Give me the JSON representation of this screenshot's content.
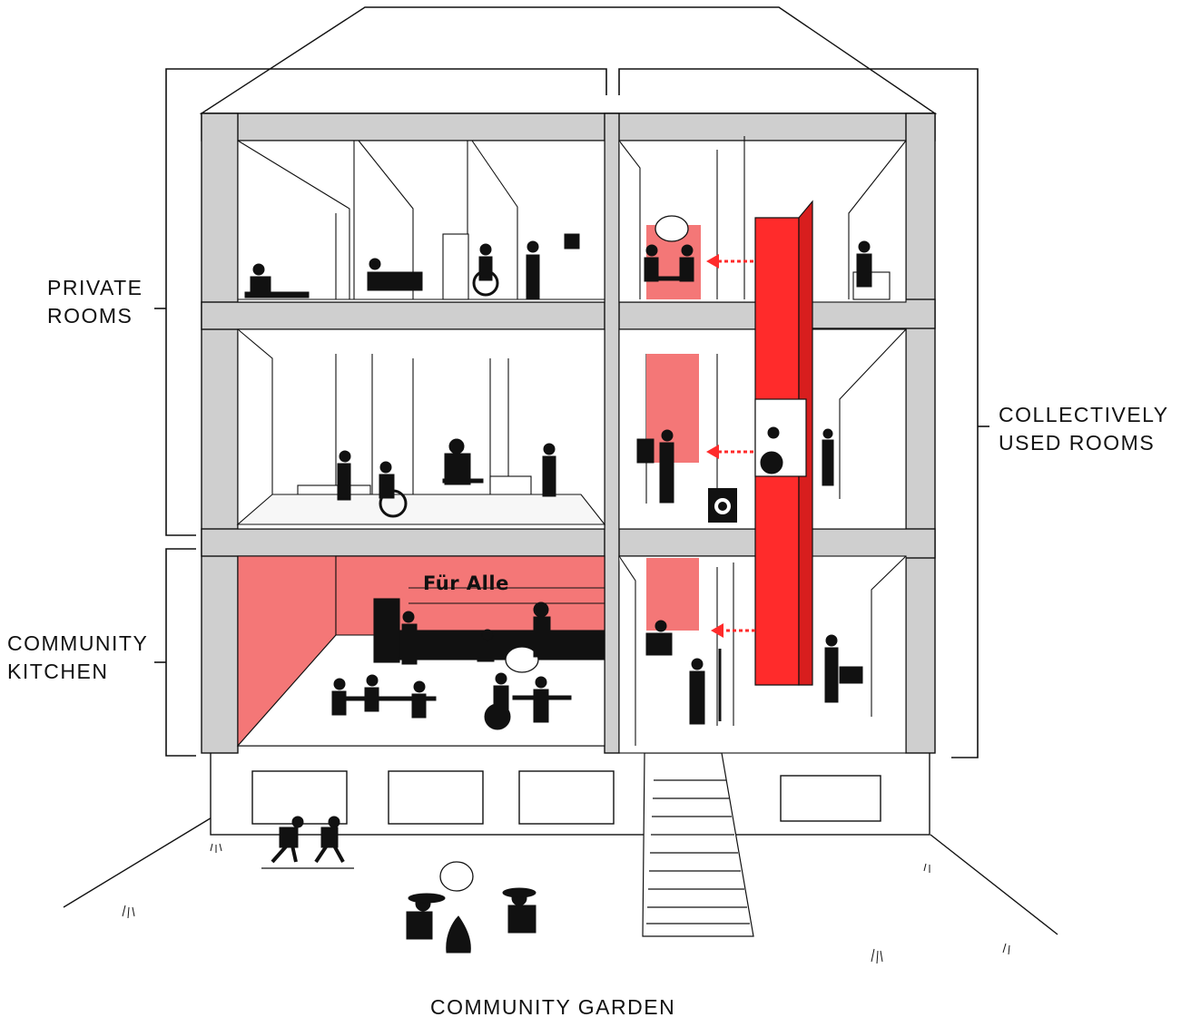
{
  "labels": {
    "private_rooms": [
      "PRIVATE",
      "ROOMS"
    ],
    "collectively_used_rooms": [
      "COLLECTIVELY",
      "USED ROOMS"
    ],
    "community_kitchen": [
      "COMMUNITY",
      "KITCHEN"
    ],
    "community_garden": "COMMUNITY GARDEN"
  },
  "kitchen_sign": "Für Alle",
  "colors": {
    "accent_red": "#ff2b2b",
    "accent_pink": "#f47777",
    "slab_gray": "#cfcfcf",
    "line": "#111111"
  }
}
